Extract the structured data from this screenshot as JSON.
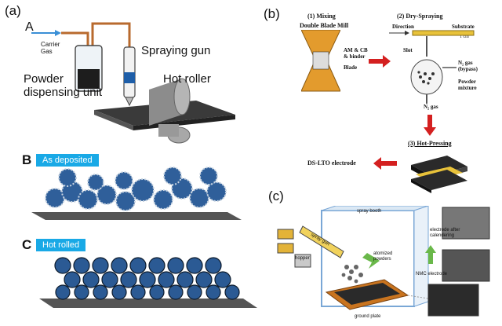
{
  "panel_a": {
    "label": "(a)",
    "sub_a": "A",
    "carrier_gas": "Carrier\nGas",
    "spraying_gun": "Spraying gun",
    "powder_unit": "Powder\ndispensing unit",
    "hot_roller": "Hot roller",
    "sub_b": "B",
    "as_deposited": "As deposited",
    "sub_c": "C",
    "hot_rolled": "Hot rolled"
  },
  "panel_b": {
    "label": "(b)",
    "mixing": "(1) Mixing",
    "double_blade_mill": "Double Blade Mill",
    "am_cb_binder": "AM & CB\n& binder",
    "blade": "Blade",
    "dry_spraying": "(2) Dry-Spraying",
    "direction": "Direction",
    "substrate": "Substrate",
    "one_cm": "1 cm",
    "slot": "Slot",
    "n2_bypass": "N₂ gas\n(bypass)",
    "powder_mixture": "Powder\nmixture",
    "n2_gas": "N₂ gas",
    "hot_pressing": "(3) Hot-Pressing",
    "ds_lto": "DS-LTO electrode"
  },
  "panel_c": {
    "label": "(c)",
    "spray_booth": "spray booth",
    "electrode_after": "electrode after\ncalendering",
    "atomized": "atomized\npowders",
    "nmc": "NMC electrode",
    "hopper": "hopper",
    "spray_gun": "spray gun",
    "ground": "ground plate"
  },
  "colors": {
    "tag_blue": "#19a9e6",
    "particle_blue": "#2f5f9a",
    "arrow_red": "#d42020",
    "arrow_green": "#6ab84a",
    "mill_orange": "#e39b2d"
  }
}
